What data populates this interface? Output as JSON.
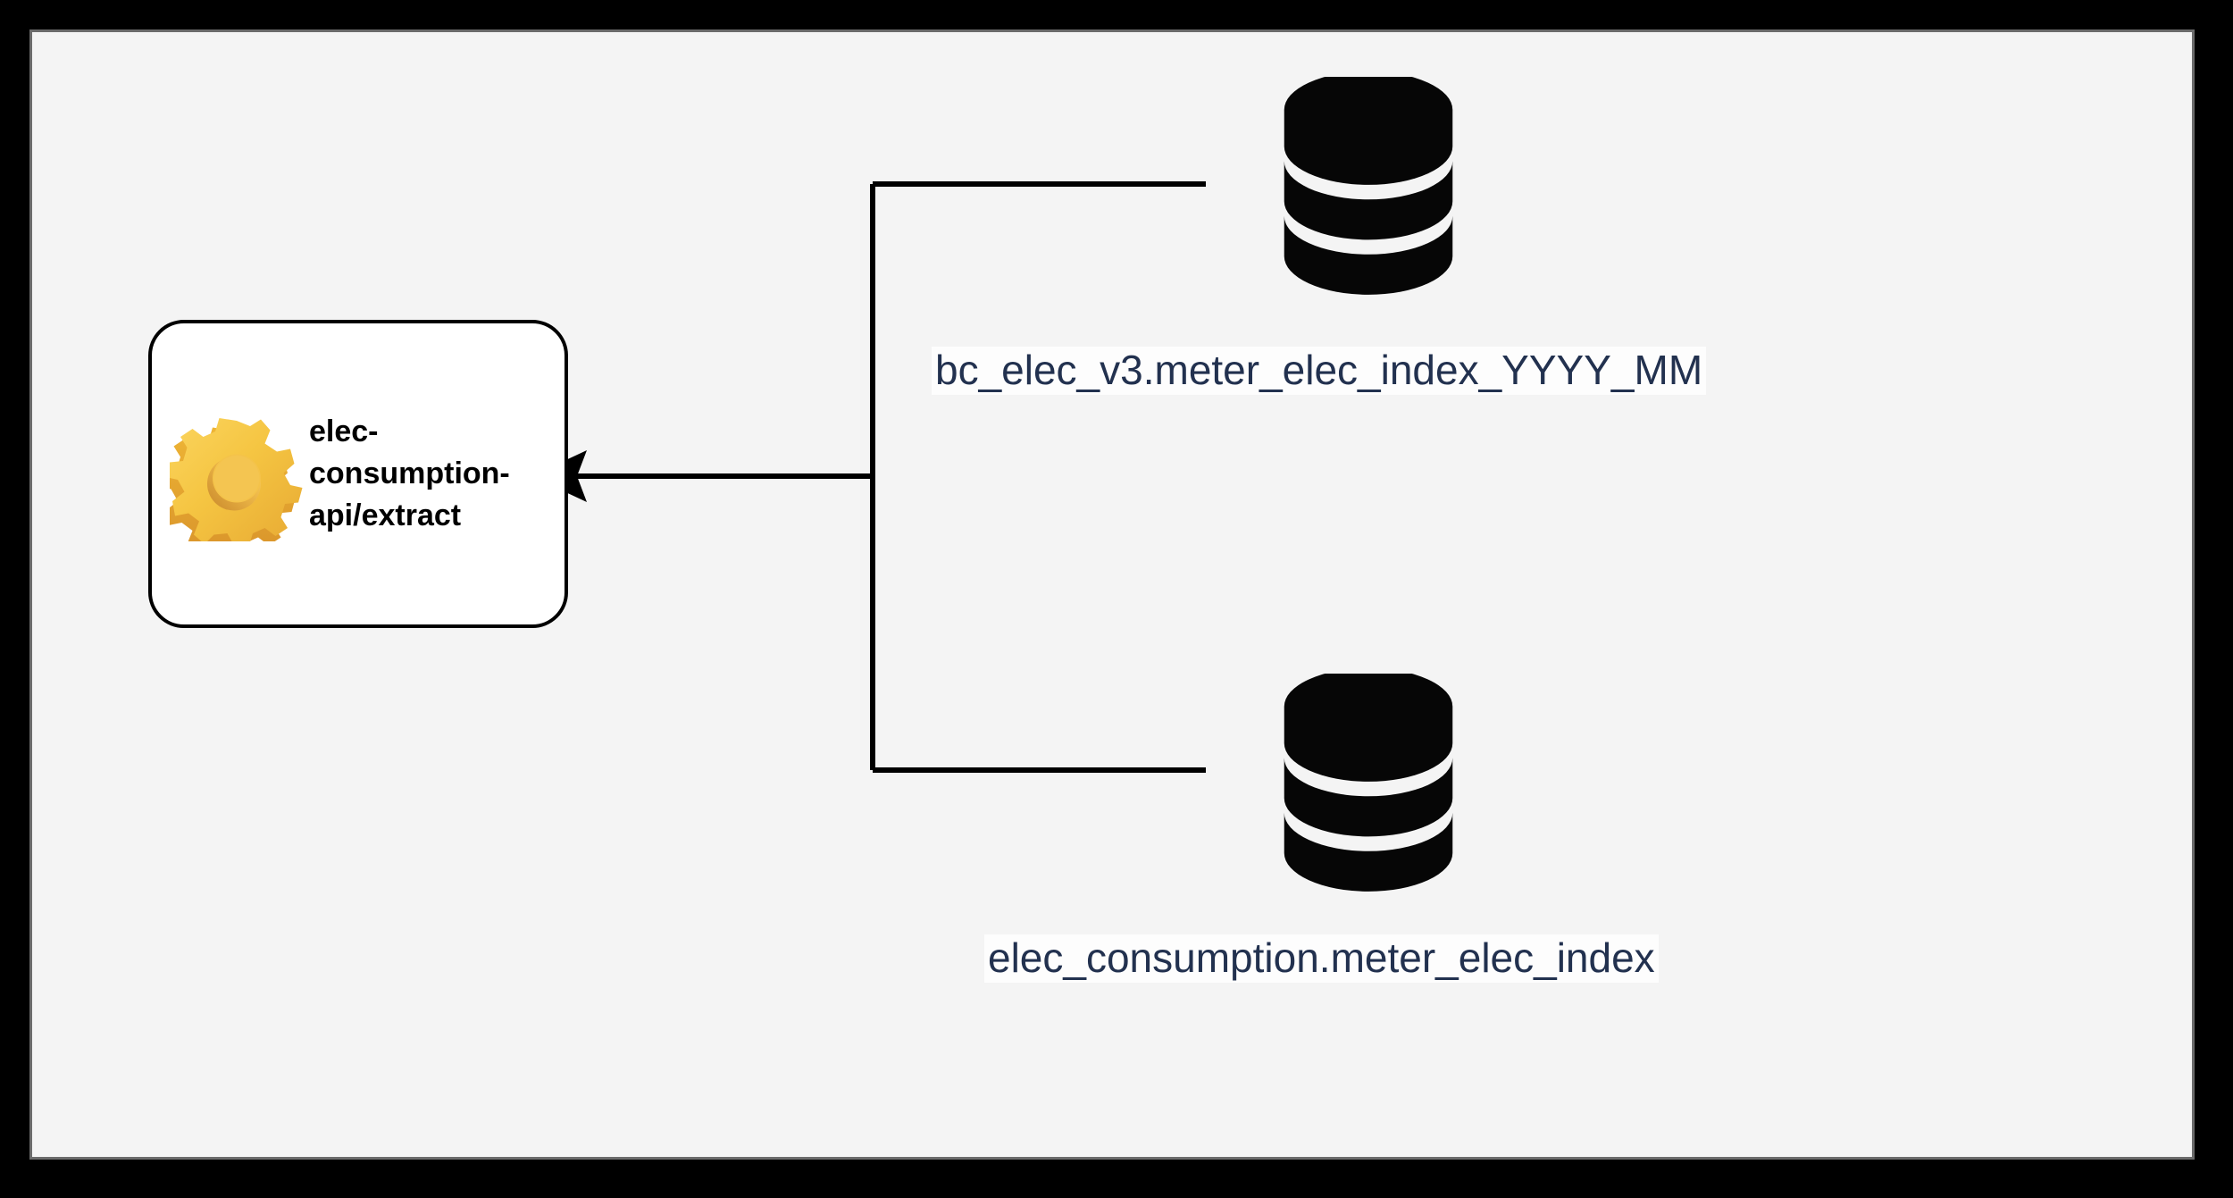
{
  "canvas": {
    "background_color": "#f4f4f4",
    "frame_color": "#6b6b6b",
    "matte_color": "#000000"
  },
  "process_node": {
    "id": "elec-consumption-api-extract",
    "icon": "gear-icon",
    "icon_colors": {
      "light": "#fbd55f",
      "base": "#f5c542",
      "mid": "#eeb535",
      "dark": "#e0a02f",
      "shadow": "#c9882a"
    },
    "label_lines": [
      "elec-",
      "consumption-",
      "api/extract"
    ],
    "label_full": "elec-consumption-api/extract",
    "border_color": "#000000",
    "fill_color": "#ffffff"
  },
  "datasets": [
    {
      "id": "bc-elec-v3-meter-elec-index-yyyy-mm",
      "icon": "database-icon",
      "label": "bc_elec_v3.meter_elec_index_YYYY_MM",
      "label_color": "#22314f",
      "label_background": "#fdfdfd",
      "icon_color": "#060606"
    },
    {
      "id": "elec-consumption-meter-elec-index",
      "icon": "database-icon",
      "label": "elec_consumption.meter_elec_index",
      "label_color": "#22314f",
      "label_background": "#fdfdfd",
      "icon_color": "#060606"
    }
  ],
  "edges": [
    {
      "id": "edge-datasets-to-extract",
      "from": "datasets",
      "to": "elec-consumption-api-extract",
      "direction": "left",
      "arrowhead": "filled-triangle",
      "routing": "orthogonal",
      "color": "#000000"
    }
  ]
}
